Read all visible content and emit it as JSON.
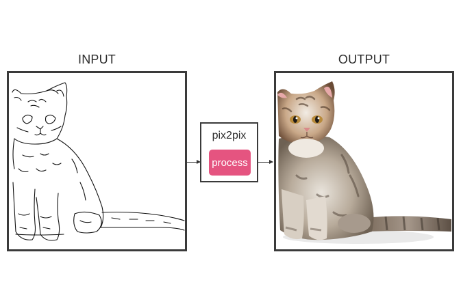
{
  "input": {
    "label": "INPUT"
  },
  "output": {
    "label": "OUTPUT"
  },
  "model": {
    "title": "pix2pix",
    "button_label": "process"
  },
  "colors": {
    "accent": "#e55480",
    "frame": "#3a3a3a",
    "background": "#ffffff"
  }
}
